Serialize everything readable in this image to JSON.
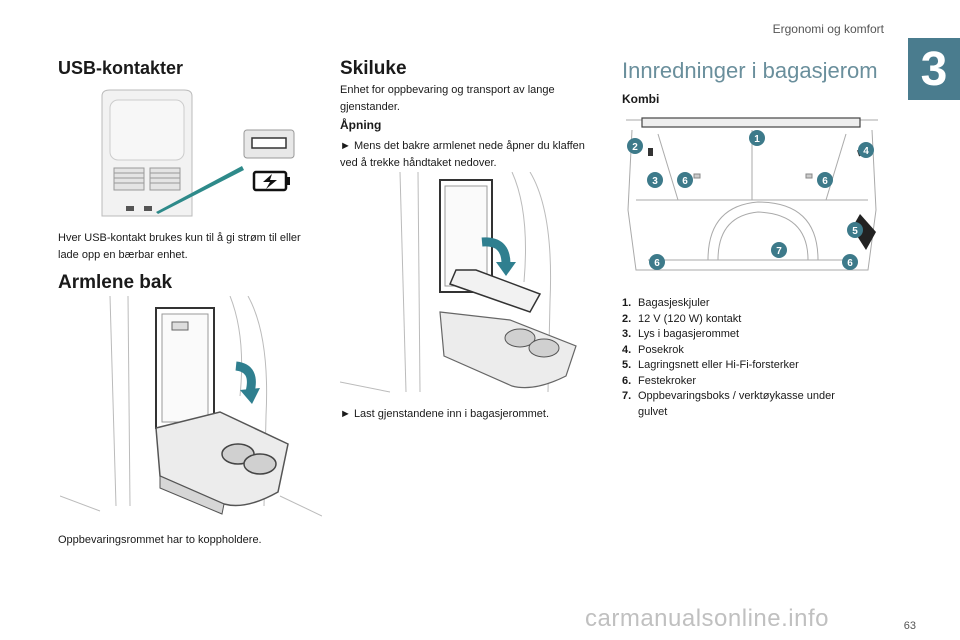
{
  "header": {
    "section_title": "Ergonomi og komfort",
    "chapter_number": "3"
  },
  "usb": {
    "title": "USB-kontakter",
    "text": "Hver USB-kontakt brukes kun til å gi strøm til eller lade opp en bærbar enhet."
  },
  "armrest": {
    "title": "Armlene bak",
    "caption": "Oppbevaringsrommet har to koppholdere."
  },
  "ski": {
    "title": "Skiluke",
    "intro": "Enhet for oppbevaring og transport av lange gjenstander.",
    "subtitle": "Åpning",
    "step1": "► Mens det bakre armlenet nede åpner du klaffen ved å trekke håndtaket nedover.",
    "step2": "► Last gjenstandene inn i bagasjerommet."
  },
  "boot": {
    "title": "Innredninger i bagasjerom",
    "subtitle": "Kombi",
    "callouts": [
      "1",
      "2",
      "3",
      "4",
      "5",
      "6",
      "6",
      "6",
      "6",
      "7"
    ],
    "items": [
      {
        "num": "1.",
        "label": "Bagasjeskjuler"
      },
      {
        "num": "2.",
        "label": "12 V (120 W) kontakt"
      },
      {
        "num": "3.",
        "label": "Lys i bagasjerommet"
      },
      {
        "num": "4.",
        "label": "Posekrok"
      },
      {
        "num": "5.",
        "label": "Lagringsnett eller Hi-Fi-forsterker"
      },
      {
        "num": "6.",
        "label": "Festekroker"
      },
      {
        "num": "7.",
        "label": "Oppbevaringsboks / verktøykasse under gulvet"
      }
    ]
  },
  "footer": {
    "page_number": "63",
    "watermark": "carmanualsonline.info"
  },
  "colors": {
    "accent": "#4a7c8e",
    "callout": "#3d7a8a",
    "arrow": "#2f7f8f",
    "highlight": "#2e8a8a"
  }
}
